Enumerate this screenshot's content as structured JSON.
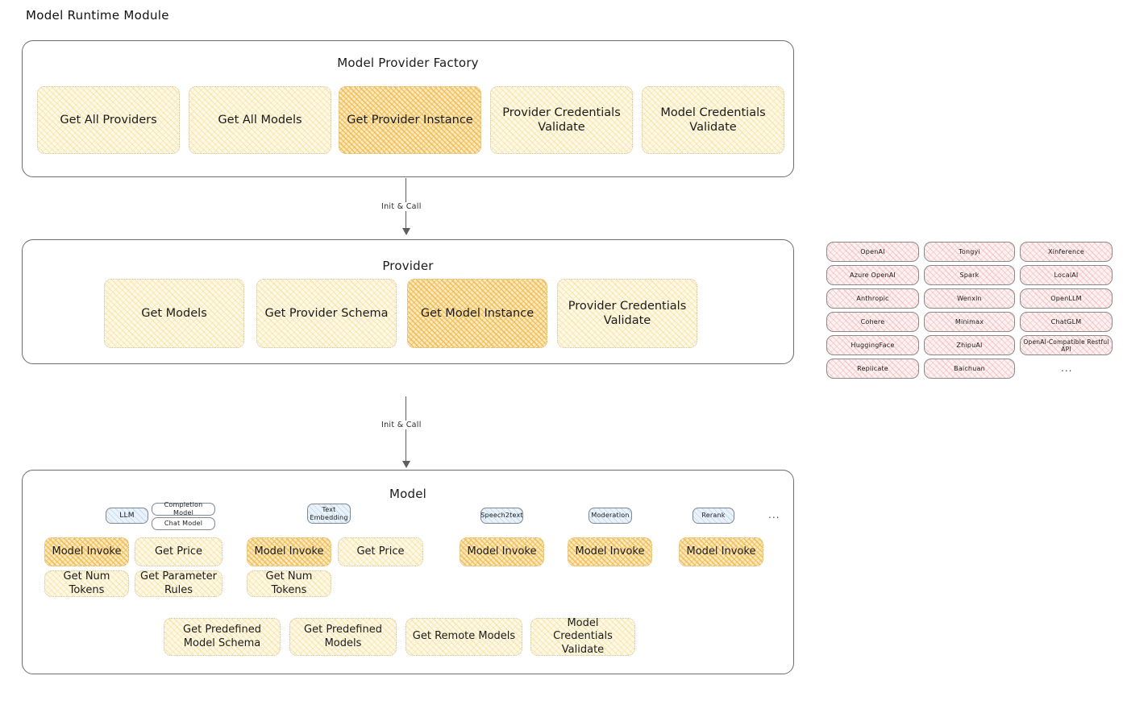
{
  "page": {
    "title": "Model Runtime Module"
  },
  "factory": {
    "title": "Model Provider Factory",
    "nodes": [
      {
        "label": "Get All Providers",
        "highlight": false
      },
      {
        "label": "Get All Models",
        "highlight": false
      },
      {
        "label": "Get Provider Instance",
        "highlight": true
      },
      {
        "label": "Provider Credentials Validate",
        "highlight": false
      },
      {
        "label": "Model Credentials Validate",
        "highlight": false
      }
    ]
  },
  "arrows": [
    {
      "label": "Init & Call"
    },
    {
      "label": "Init & Call"
    }
  ],
  "provider": {
    "title": "Provider",
    "nodes": [
      {
        "label": "Get Models",
        "highlight": false
      },
      {
        "label": "Get Provider Schema",
        "highlight": false
      },
      {
        "label": "Get Model Instance",
        "highlight": true
      },
      {
        "label": "Provider Credentials Validate",
        "highlight": false
      }
    ]
  },
  "provider_list": {
    "column1": [
      "OpenAI",
      "Azure OpenAI",
      "Anthropic",
      "Cohere",
      "HuggingFace",
      "Replicate"
    ],
    "column2": [
      "Tongyi",
      "Spark",
      "Wenxin",
      "Minimax",
      "ZhipuAI",
      "Baichuan"
    ],
    "column3": [
      "Xinference",
      "LocalAI",
      "OpenLLM",
      "ChatGLM",
      "OpenAI-Compatible Restful API"
    ],
    "more": "..."
  },
  "model": {
    "title": "Model",
    "more": "...",
    "types": [
      {
        "name": "LLM",
        "sub": [
          "Completion Model",
          "Chat Model"
        ],
        "methods": [
          {
            "label": "Model Invoke",
            "highlight": true
          },
          {
            "label": "Get Price",
            "highlight": false
          },
          {
            "label": "Get Num Tokens",
            "highlight": false
          },
          {
            "label": "Get Parameter Rules",
            "highlight": false
          }
        ]
      },
      {
        "name": "Text Embedding",
        "sub": [],
        "methods": [
          {
            "label": "Model Invoke",
            "highlight": true
          },
          {
            "label": "Get Price",
            "highlight": false
          },
          {
            "label": "Get Num Tokens",
            "highlight": false
          }
        ]
      },
      {
        "name": "Speech2text",
        "sub": [],
        "methods": [
          {
            "label": "Model Invoke",
            "highlight": true
          }
        ]
      },
      {
        "name": "Moderation",
        "sub": [],
        "methods": [
          {
            "label": "Model Invoke",
            "highlight": true
          }
        ]
      },
      {
        "name": "Rerank",
        "sub": [],
        "methods": [
          {
            "label": "Model Invoke",
            "highlight": true
          }
        ]
      }
    ],
    "shared_methods": [
      {
        "label": "Get Predefined Model Schema"
      },
      {
        "label": "Get Predefined Models"
      },
      {
        "label": "Get Remote Models"
      },
      {
        "label": "Model Credentials Validate"
      }
    ]
  },
  "colors": {
    "highlight_fill": "#f3c469",
    "node_fill": "#fdf8e6",
    "provider_chip_fill": "#fdf1f1",
    "model_type_fill": "#eaf3fb",
    "stroke": "#6d6d6d"
  }
}
